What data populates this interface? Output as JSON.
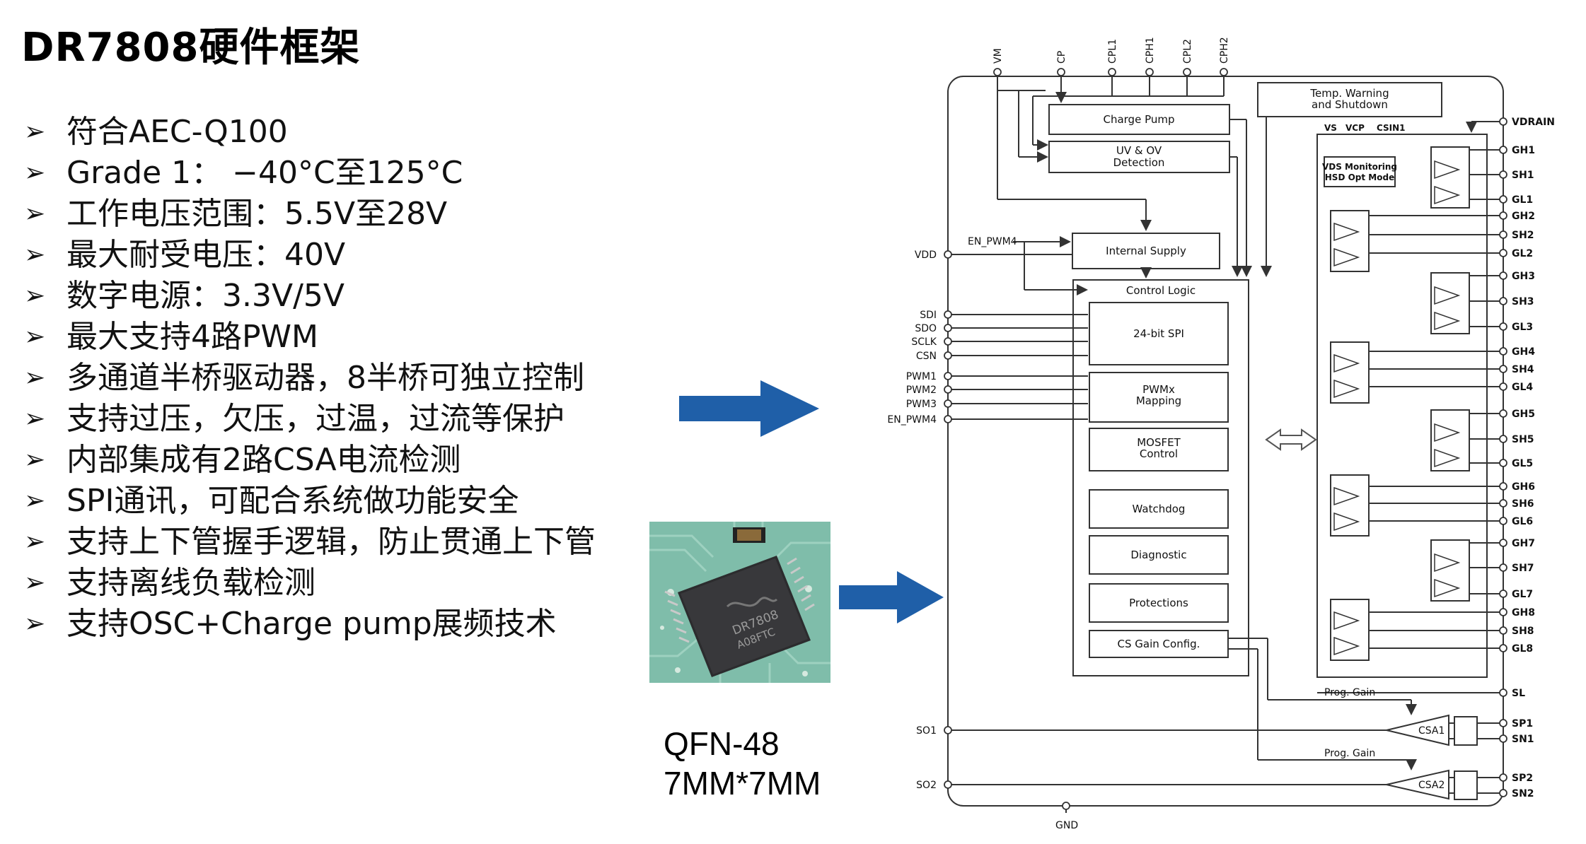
{
  "slide": {
    "title": "DR7808硬件框架",
    "bullet_glyph": "➢",
    "features": [
      "符合AEC-Q100",
      "Grade 1： −40°C至125°C",
      "工作电压范围：5.5V至28V",
      "最大耐受电压：40V",
      "数字电源：3.3V/5V",
      "最大支持4路PWM",
      "多通道半桥驱动器，8半桥可独立控制",
      "支持过压，欠压，过温，过流等保护",
      "内部集成有2路CSA电流检测",
      "SPI通讯，可配合系统做功能安全",
      "支持上下管握手逻辑，防止贯通上下管",
      "支持离线负载检测",
      "支持OSC+Charge pump展频技术"
    ],
    "package": {
      "line1": "QFN-48",
      "line2": "7MM*7MM"
    },
    "chip_marking": {
      "line1": "DR7808",
      "line2": "A08FTC"
    },
    "arrow_color": "#1f5fa8",
    "icons": {
      "arrows": "right-arrow-icon",
      "bidirectional": "double-arrow-icon"
    }
  },
  "diagram": {
    "top_pins": [
      "VM",
      "CP",
      "CPL1",
      "CPH1",
      "CPL2",
      "CPH2"
    ],
    "left_pins": {
      "vdd": "VDD",
      "en_pwm4_top": "EN_PWM4",
      "spi": [
        "SDI",
        "SDO",
        "SCLK",
        "CSN"
      ],
      "pwm": [
        "PWM1",
        "PWM2",
        "PWM3",
        "EN_PWM4"
      ],
      "so": [
        "SO1",
        "SO2"
      ]
    },
    "right_pins": [
      "VDRAIN",
      "GH1",
      "SH1",
      "GL1",
      "GH2",
      "SH2",
      "GL2",
      "GH3",
      "SH3",
      "GL3",
      "GH4",
      "SH4",
      "GL4",
      "GH5",
      "SH5",
      "GL5",
      "GH6",
      "SH6",
      "GL6",
      "GH7",
      "SH7",
      "GL7",
      "GH8",
      "SH8",
      "GL8",
      "SL",
      "SP1",
      "SN1",
      "SP2",
      "SN2"
    ],
    "bottom_pin": "GND",
    "blocks": {
      "charge_pump": "Charge Pump",
      "uv_ov": [
        "UV & OV",
        "Detection"
      ],
      "temp": [
        "Temp. Warning",
        "and Shutdown"
      ],
      "internal_supply": "Internal Supply",
      "control_logic": "Control Logic",
      "spi": "24-bit SPI",
      "pwmx": [
        "PWMx",
        "Mapping"
      ],
      "mosfet": [
        "MOSFET",
        "Control"
      ],
      "watchdog": "Watchdog",
      "diagnostic": "Diagnostic",
      "protections": "Protections",
      "cs_gain": "CS Gain Config.",
      "vds": [
        "VDS Monitoring",
        "HSD Opt Mode"
      ],
      "vs_labels": [
        "VS",
        "VCP",
        "CSIN1"
      ],
      "prog_gain": "Prog. Gain",
      "csa1": "CSA1",
      "csa2": "CSA2"
    }
  }
}
